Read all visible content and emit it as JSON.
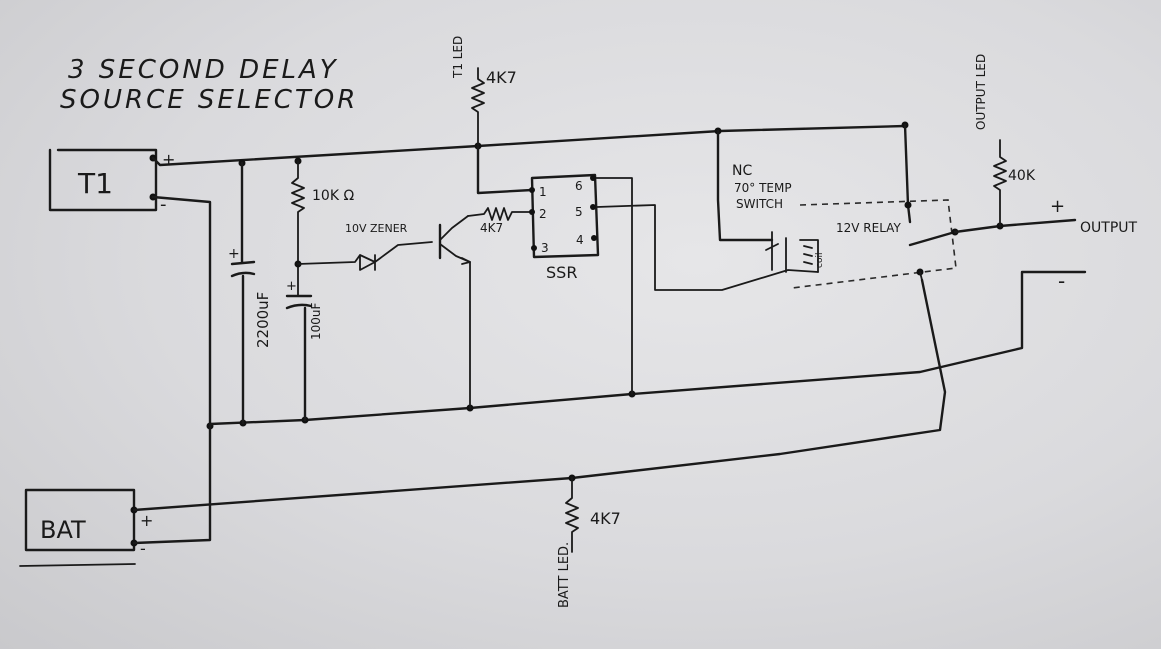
{
  "title": {
    "line1": "3 SECOND DELAY",
    "line2": "SOURCE SELECTOR"
  },
  "sources": {
    "t1_box": "T1",
    "bat_box": "BAT",
    "t1_plus": "+",
    "t1_minus": "-",
    "bat_plus": "+",
    "bat_minus": "-"
  },
  "components": {
    "r_t1_led": "4K7",
    "t1_led_label": "T1 LED",
    "r_10k": "10K Ω",
    "zener": "10V ZENER",
    "r_base": "4K7",
    "cap_big": "2200uF",
    "cap_big_plus": "+",
    "cap_small": "100uF",
    "cap_small_plus": "+",
    "ssr_label": "SSR",
    "ssr_pins": [
      "1",
      "2",
      "3",
      "6",
      "5",
      "4"
    ],
    "temp_switch": {
      "nc": "NC",
      "line1": "70° TEMP",
      "line2": "SWITCH"
    },
    "relay": "12V RELAY",
    "coil_label": "coil",
    "r_output_led": "40K",
    "output_led_label": "OUTPUT LED",
    "output_label": "OUTPUT",
    "output_plus": "+",
    "output_minus": "-",
    "r_bat_led": "4K7",
    "bat_led_label": "BATT LED."
  }
}
